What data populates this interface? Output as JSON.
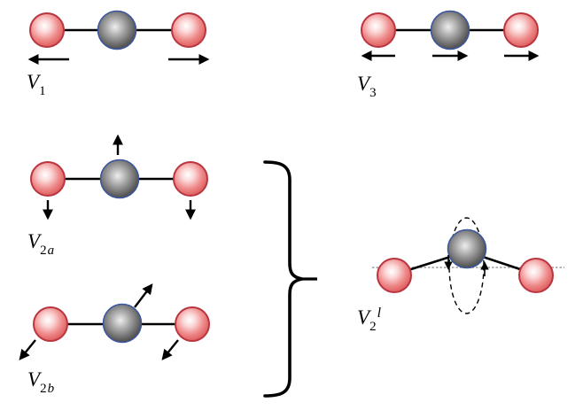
{
  "diagram": {
    "background": "#ffffff",
    "subject": "vibrational modes of a linear triatomic molecule",
    "colors": {
      "outer_atom_fill_center": "#ffffff",
      "outer_atom_fill_edge": "#d34b4b",
      "outer_atom_border": "#b93540",
      "center_atom_fill_center": "#eeeeee",
      "center_atom_fill_edge": "#1f1f1f",
      "center_atom_border": "#3a56a0",
      "bond": "#000000",
      "arrow": "#000000",
      "equilibrium_axis": "#9a9a9a",
      "orbit_ellipse": "#000000",
      "brace": "#000000"
    }
  },
  "modes": {
    "v1": {
      "label_base": "V",
      "label_sub": "1",
      "motion": [
        "left-atom: arrow-left",
        "right-atom: arrow-right"
      ]
    },
    "v3": {
      "label_base": "V",
      "label_sub": "3",
      "motion": [
        "left-atom: arrow-left",
        "center-atom: arrow-right",
        "right-atom: arrow-right"
      ]
    },
    "v2a": {
      "label_base": "V",
      "label_sub": "2",
      "label_sub_it": "a",
      "motion": [
        "center-atom: arrow-up",
        "left-atom: arrow-down",
        "right-atom: arrow-down"
      ]
    },
    "v2b": {
      "label_base": "V",
      "label_sub": "2",
      "label_sub_it": "b",
      "motion": [
        "center-atom: arrow-up-right",
        "left-atom: arrow-down-left",
        "right-atom: arrow-down-left"
      ]
    },
    "v2l": {
      "label_base": "V",
      "label_sub": "2",
      "label_sup_it": "l",
      "motion": [
        "center-atom: circular orbit (dashed ellipse)",
        "orbit-left: arrow-down",
        "orbit-right: arrow-up"
      ]
    }
  },
  "brace": {
    "glyph": "}",
    "joins": [
      "v2a",
      "v2b"
    ],
    "points_to": "v2l"
  }
}
